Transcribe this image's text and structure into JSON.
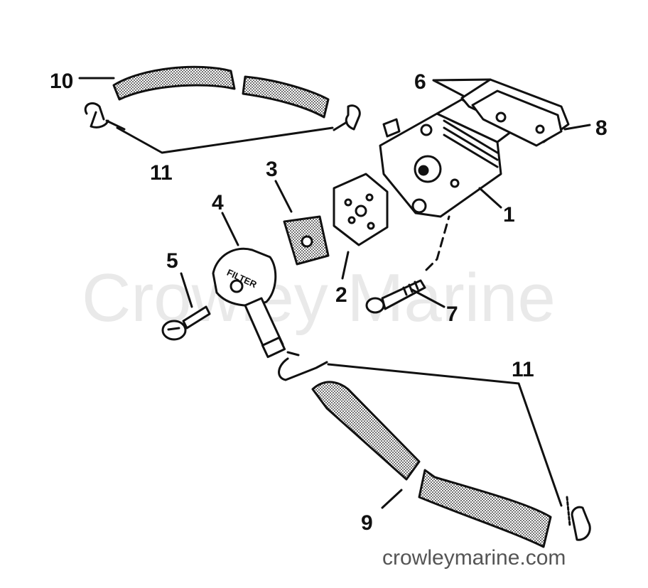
{
  "watermark": "Crowley Marine",
  "footer_url": "crowleymarine.com",
  "filter_text": "FILTER",
  "callouts": {
    "c1": "1",
    "c2": "2",
    "c3": "3",
    "c4": "4",
    "c5": "5",
    "c6": "6",
    "c7": "7",
    "c8": "8",
    "c9": "9",
    "c10": "10",
    "c11_top": "11",
    "c11_bottom": "11"
  }
}
